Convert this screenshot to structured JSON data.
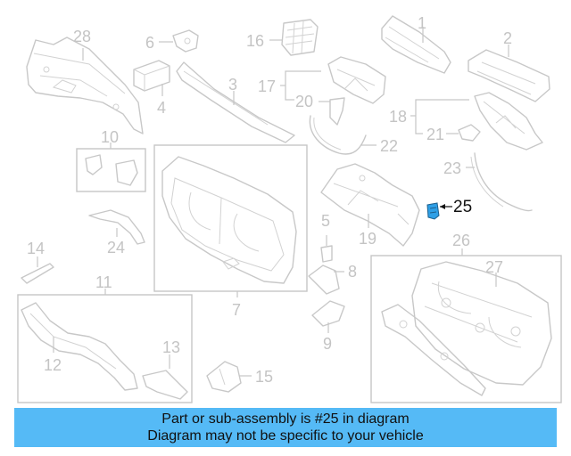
{
  "callouts": {
    "c1": "1",
    "c2": "2",
    "c3": "3",
    "c4": "4",
    "c5": "5",
    "c6": "6",
    "c7": "7",
    "c8": "8",
    "c9": "9",
    "c10": "10",
    "c11": "11",
    "c12": "12",
    "c13": "13",
    "c14": "14",
    "c15": "15",
    "c16": "16",
    "c17": "17",
    "c18": "18",
    "c19": "19",
    "c20": "20",
    "c21": "21",
    "c22": "22",
    "c23": "23",
    "c24": "24",
    "c25": "25",
    "c26": "26",
    "c27": "27",
    "c28": "28"
  },
  "highlight": {
    "part_number": "25",
    "color": "#2e9fe6"
  },
  "colors": {
    "line_art": "#c8c8c8",
    "caption_background": "#55baf6"
  },
  "caption": {
    "line1": "Part or sub-assembly is #25 in diagram",
    "line2": "Diagram may not be specific to your vehicle"
  }
}
